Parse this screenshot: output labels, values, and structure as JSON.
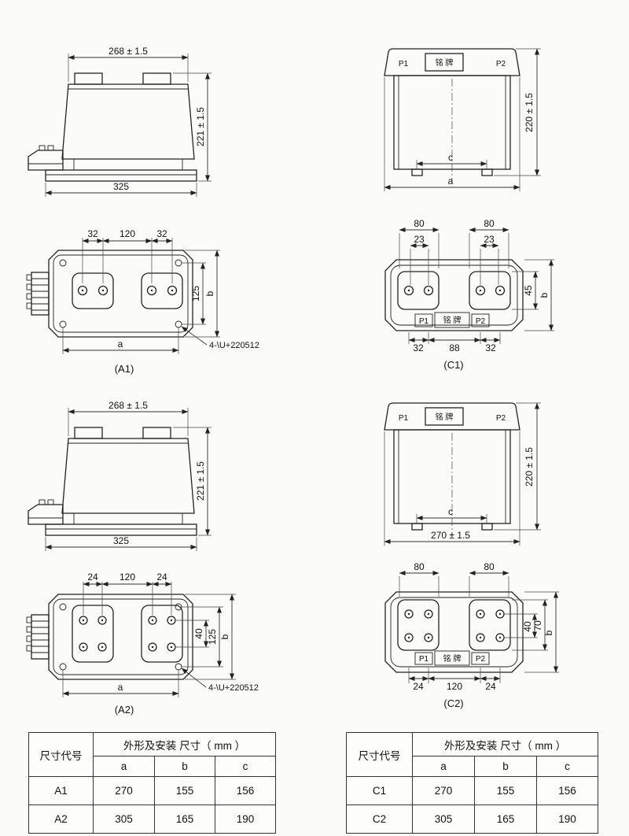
{
  "drawings": {
    "a1_side": {
      "dim_width": "268 ± 1.5",
      "dim_height": "221 ± 1.5",
      "dim_base": "325"
    },
    "a1_top": {
      "dim_left_pitch": "32",
      "dim_center_pitch": "120",
      "dim_right_pitch": "32",
      "dim_depth": "125",
      "dim_b": "b",
      "dim_a": "a",
      "hole_callout": "4-\\U+220512",
      "caption": "(A1)"
    },
    "a2_side": {
      "dim_width": "268 ± 1.5",
      "dim_height": "221 ± 1.5",
      "dim_base": "325"
    },
    "a2_top": {
      "dim_left_pitch": "24",
      "dim_center_pitch": "120",
      "dim_right_pitch": "24",
      "dim_row_pitch": "40",
      "dim_depth": "125",
      "dim_b": "b",
      "dim_a": "a",
      "hole_callout": "4-\\U+220512",
      "caption": "(A2)"
    },
    "c1_front": {
      "p1": "P1",
      "nameplate": "铭 牌",
      "p2": "P2",
      "dim_height": "220 ± 1.5",
      "dim_c": "c",
      "dim_a": "a"
    },
    "c1_top": {
      "dim_pad_left": "80",
      "dim_pad_right": "80",
      "dim_offset_left": "23",
      "dim_offset_right": "23",
      "dim_pad_depth": "45",
      "dim_b": "b",
      "p1": "P1",
      "nameplate": "铭 牌",
      "p2": "P2",
      "dim_bottom_left": "32",
      "dim_bottom_center": "88",
      "dim_bottom_right": "32",
      "caption": "(C1)"
    },
    "c2_front": {
      "p1": "P1",
      "nameplate": "铭 牌",
      "p2": "P2",
      "dim_height": "220 ± 1.5",
      "dim_c": "c",
      "dim_width": "270 ± 1.5"
    },
    "c2_top": {
      "dim_pad_left": "80",
      "dim_pad_right": "80",
      "dim_row_pitch": "40",
      "dim_pad_depth": "70",
      "dim_b": "b",
      "p1": "P1",
      "nameplate": "铭 牌",
      "p2": "P2",
      "dim_bottom_left": "24",
      "dim_bottom_center": "120",
      "dim_bottom_right": "24",
      "caption": "(C2)"
    }
  },
  "tables": {
    "a": {
      "stub_header": "尺寸代号",
      "group_header": "外形及安装 尺寸（ mm ）",
      "columns": [
        "a",
        "b",
        "c"
      ],
      "rows": [
        [
          "A1",
          "270",
          "155",
          "156"
        ],
        [
          "A2",
          "305",
          "165",
          "190"
        ]
      ]
    },
    "c": {
      "stub_header": "尺寸代号",
      "group_header": "外形及安装 尺寸（ mm ）",
      "columns": [
        "a",
        "b",
        "c"
      ],
      "rows": [
        [
          "C1",
          "270",
          "155",
          "156"
        ],
        [
          "C2",
          "305",
          "165",
          "190"
        ]
      ]
    }
  }
}
